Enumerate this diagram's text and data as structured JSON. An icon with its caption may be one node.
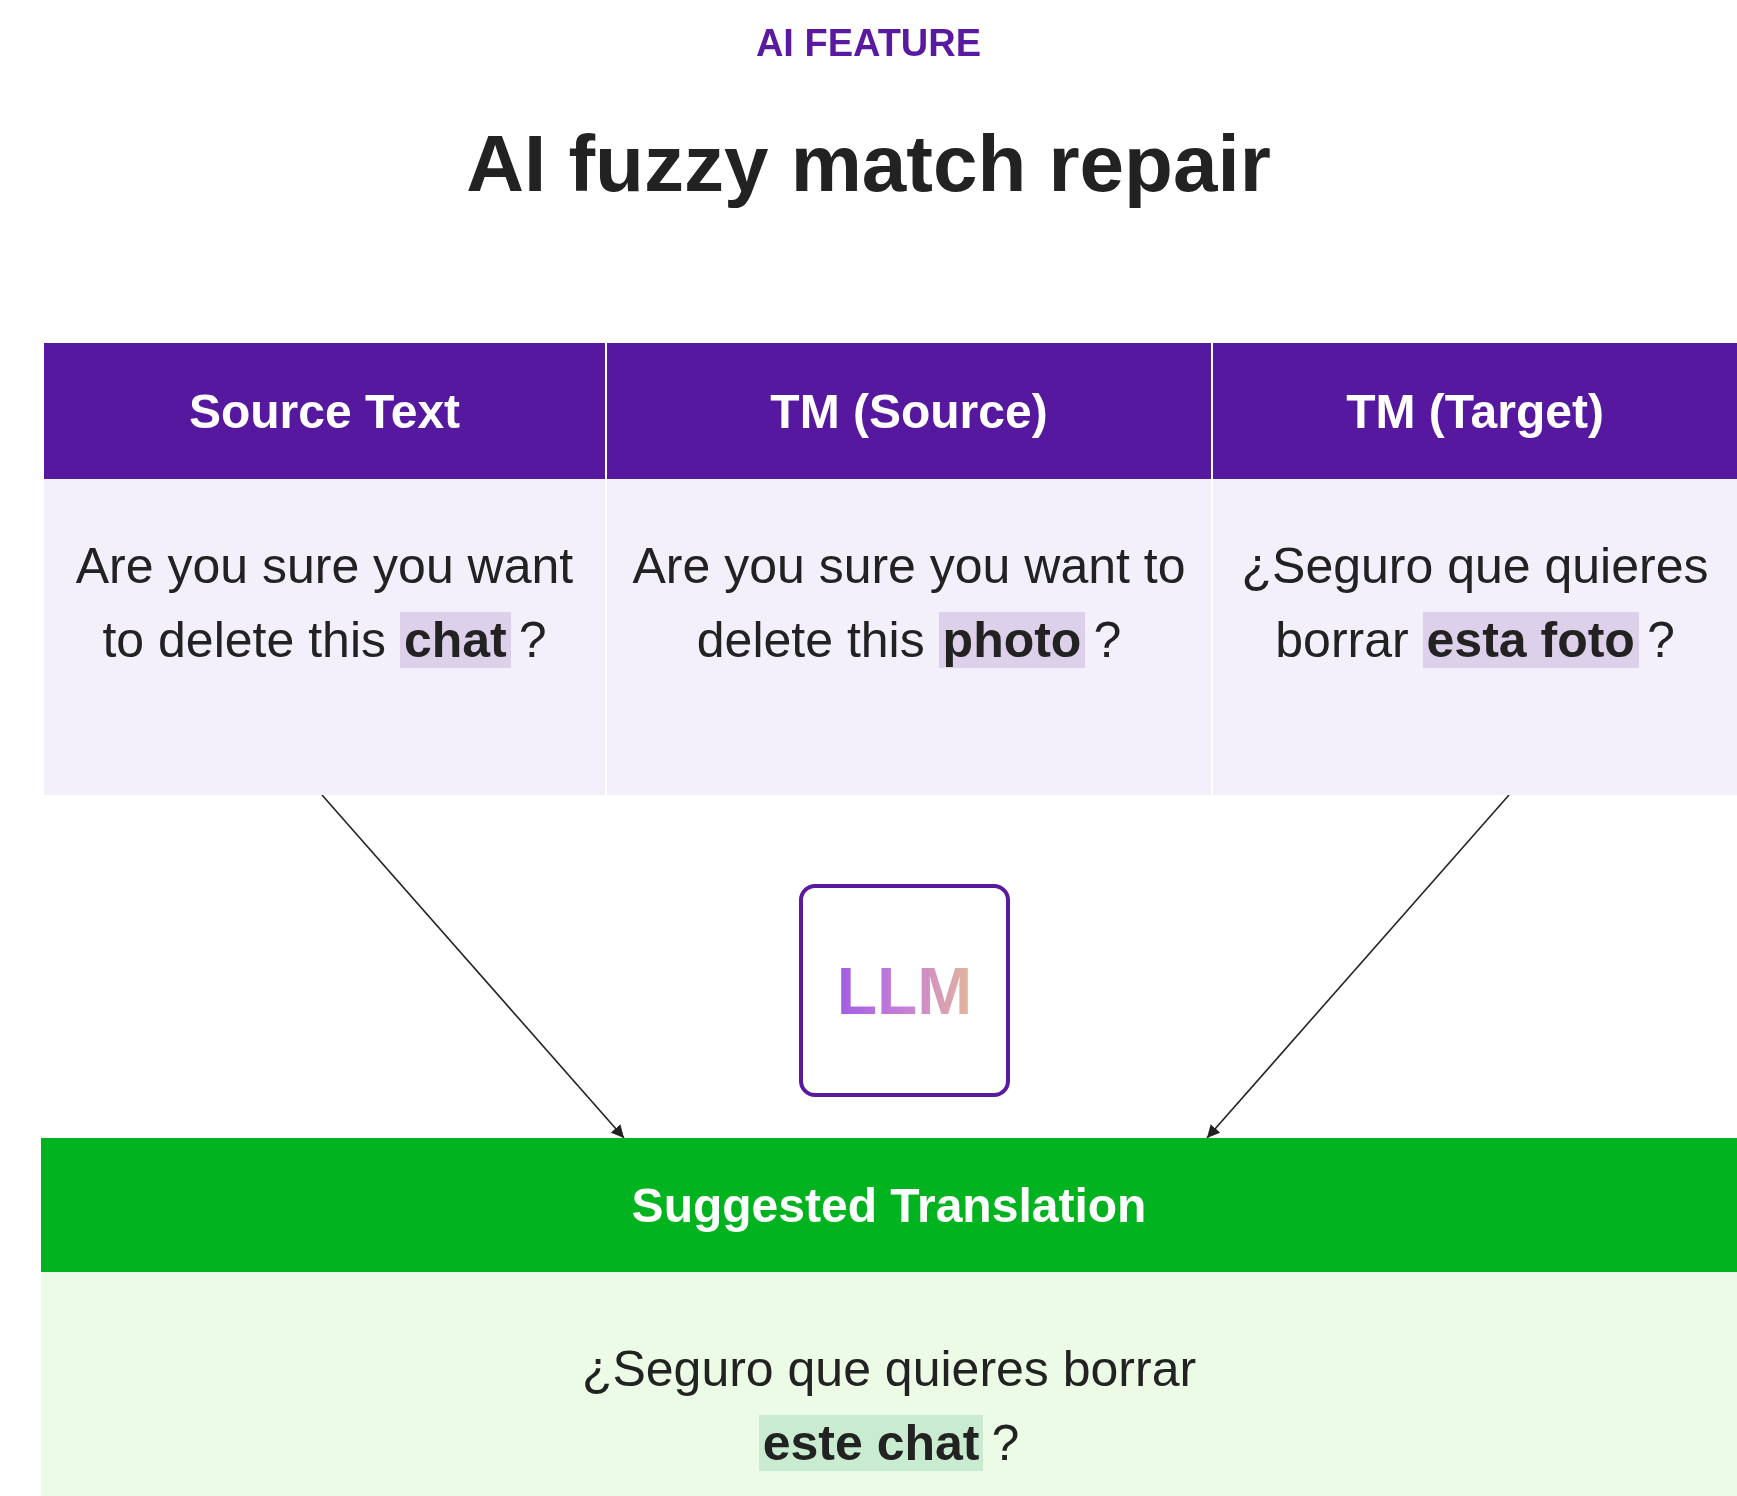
{
  "diagram": {
    "title": "AI fuzzy match repair",
    "nodes": [
      {
        "text": [
          "Source Text",
          "Are you sure you want to delete this **chat**?"
        ]
      },
      {
        "text": [
          "TM (Source)",
          "Are you sure you want to delete this **photo**?"
        ]
      },
      {
        "text": [
          "TM (Target)",
          "¿Seguro que quieres borrar **esta foto**?"
        ]
      },
      {
        "text": [
          "LLM"
        ]
      },
      {
        "text": [
          "Suggested Translation",
          "¿Seguro que quieres borrar **este chat**?"
        ]
      }
    ],
    "edges": [
      {
        "from": 0,
        "to": 4,
        "arrow": "to"
      },
      {
        "from": 2,
        "to": 4,
        "arrow": "to"
      }
    ],
    "labels": [
      "AI FEATURE"
    ]
  }
}
